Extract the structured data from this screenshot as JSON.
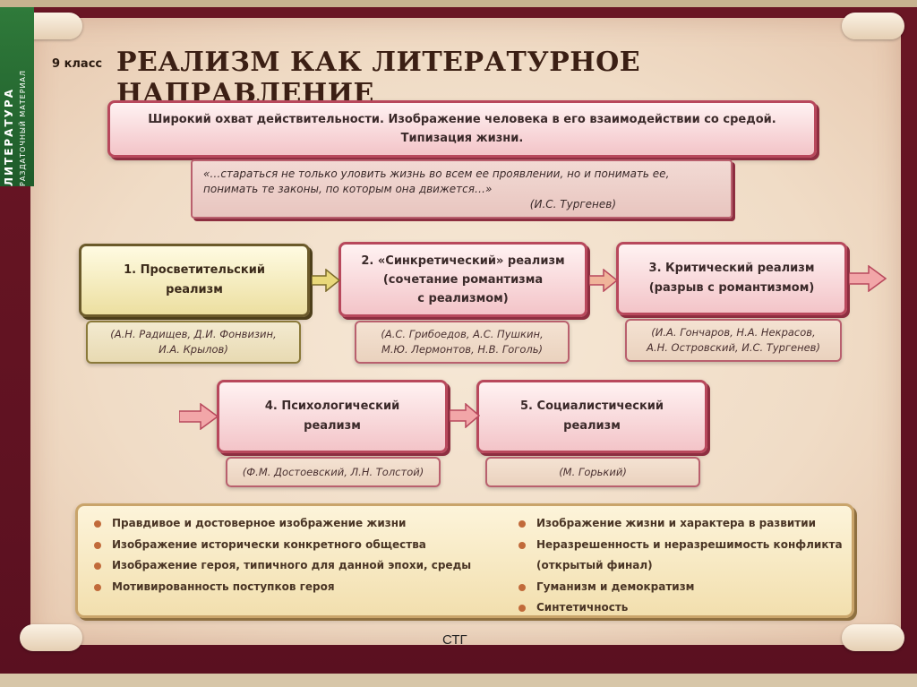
{
  "side": {
    "title": "ЛИТЕРАТУРА",
    "subtitle": "РАЗДАТОЧНЫЙ МАТЕРИАЛ"
  },
  "grade": "9 класс",
  "title": "РЕАЛИЗМ КАК ЛИТЕРАТУРНОЕ НАПРАВЛЕНИЕ",
  "definition": {
    "line1": "Широкий охват действительности. Изображение человека в его взаимодействии со средой.",
    "line2": "Типизация жизни."
  },
  "quote": {
    "line1": "«…стараться не только уловить жизнь во всем ее проявлении, но и понимать ее,",
    "line2": "понимать те законы, по которым она движется…»",
    "author": "(И.С. Тургенев)"
  },
  "stages": [
    {
      "line1": "1. Просветительский",
      "line2": "реализм",
      "line3": "",
      "authors1": "(А.Н. Радищев, Д.И. Фонвизин,",
      "authors2": "И.А. Крылов)"
    },
    {
      "line1": "2. «Синкретический» реализм",
      "line2": "(сочетание романтизма",
      "line3": "с реализмом)",
      "authors1": "(А.С. Грибоедов, А.С. Пушкин,",
      "authors2": "М.Ю. Лермонтов, Н.В. Гоголь)"
    },
    {
      "line1": "3. Критический реализм",
      "line2": "(разрыв с романтизмом)",
      "line3": "",
      "authors1": "(И.А. Гончаров, Н.А. Некрасов,",
      "authors2": "А.Н. Островский, И.С. Тургенев)"
    },
    {
      "line1": "4. Психологический",
      "line2": "реализм",
      "line3": "",
      "authors1": "(Ф.М. Достоевский, Л.Н. Толстой)",
      "authors2": ""
    },
    {
      "line1": "5. Социалистический",
      "line2": "реализм",
      "line3": "",
      "authors1": "(М. Горький)",
      "authors2": ""
    }
  ],
  "features_left": [
    "Правдивое и достоверное изображение жизни",
    "Изображение исторически конкретного общества",
    "Изображение героя, типичного для данной эпохи, среды",
    "Мотивированность поступков героя"
  ],
  "features_right": [
    "Изображение жизни и характера в развитии",
    "Неразрешенность и неразрешимость конфликта",
    "(открытый финал)",
    "Гуманизм и демократизм",
    "Синтетичность"
  ],
  "footer": "СТГ",
  "colors": {
    "frame": "#6a1624",
    "pink_border": "#b8485c",
    "yellow_border": "#6b5a2a",
    "parchment": "#f3e2cf"
  }
}
